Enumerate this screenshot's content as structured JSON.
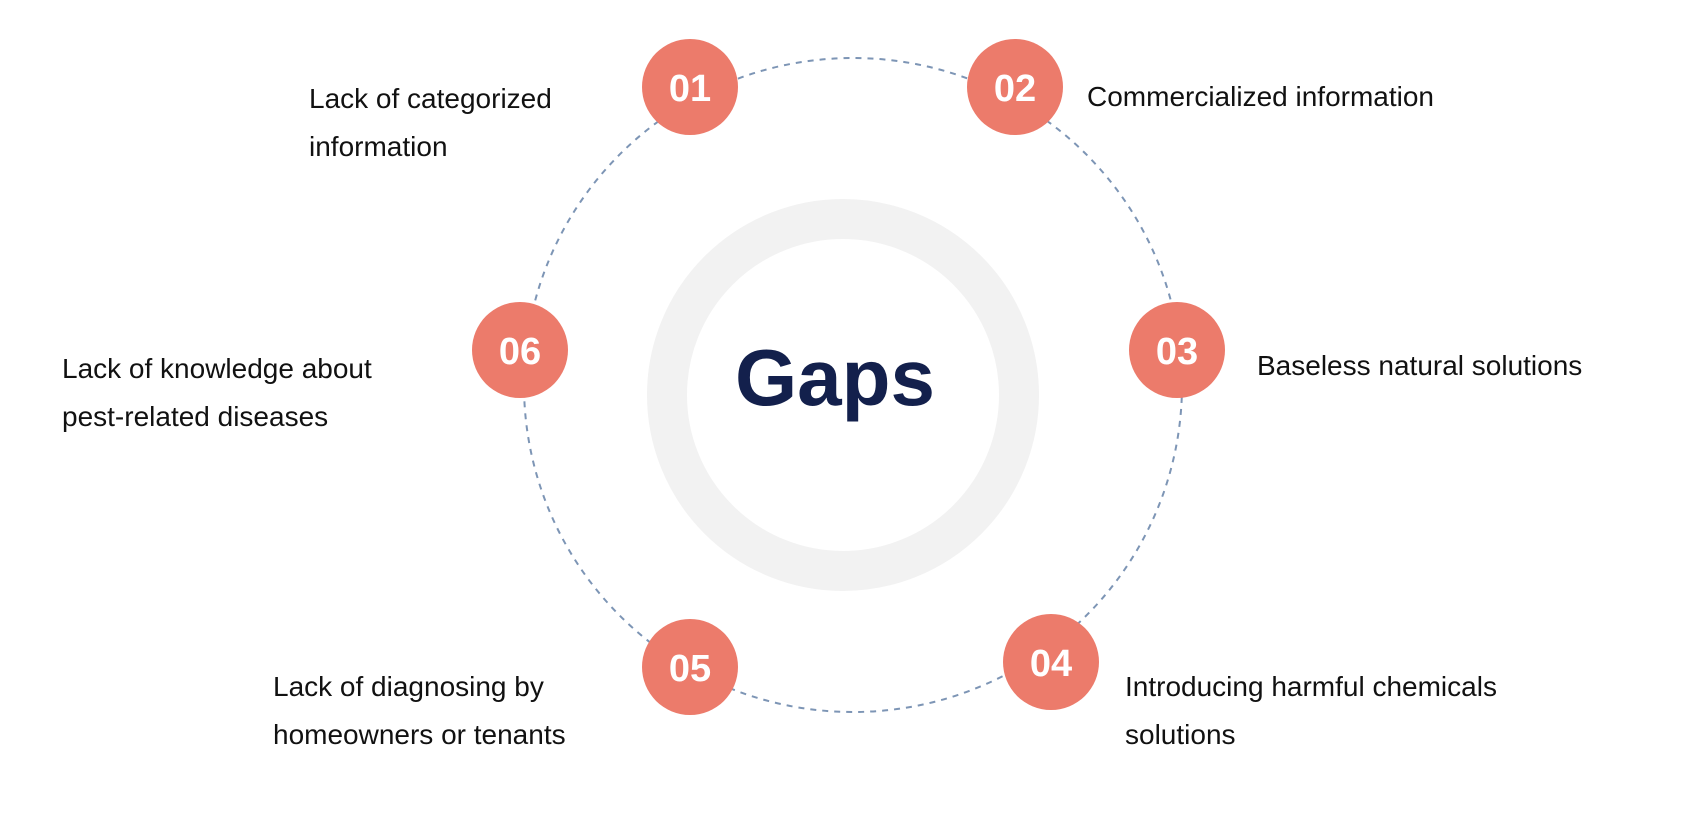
{
  "diagram": {
    "title": "Gaps",
    "colors": {
      "node_fill": "#ec7b6b",
      "node_text": "#ffffff",
      "title": "#13204c",
      "dashed_ring": "#7d95b5",
      "center_ring": "#f2f2f2"
    },
    "items": [
      {
        "number": "01",
        "label": "Lack of categorized\ninformation"
      },
      {
        "number": "02",
        "label": "Commercialized information"
      },
      {
        "number": "03",
        "label": "Baseless natural solutions"
      },
      {
        "number": "04",
        "label": "Introducing harmful chemicals\n solutions"
      },
      {
        "number": "05",
        "label": "Lack of diagnosing by\nhomeowners or tenants"
      },
      {
        "number": "06",
        "label": "Lack of knowledge about\npest-related diseases"
      }
    ]
  }
}
